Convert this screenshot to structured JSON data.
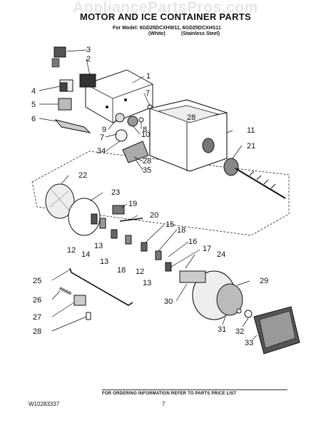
{
  "watermark": "AppliancePartsPros.com",
  "title": "MOTOR AND ICE CONTAINER PARTS",
  "models_line": "For Model: 6GD25DCXHW11, 6GD25DCXHS11",
  "variant_white": "(White)",
  "variant_stainless": "(Stainless Steel)",
  "callouts": [
    "1",
    "2",
    "3",
    "4",
    "5",
    "6",
    "7",
    "7",
    "8",
    "9",
    "10",
    "11",
    "12",
    "12",
    "13",
    "13",
    "14",
    "15",
    "16",
    "17",
    "18",
    "18",
    "19",
    "20",
    "21",
    "22",
    "23",
    "24",
    "25",
    "26",
    "27",
    "28",
    "28",
    "28",
    "29",
    "30",
    "31",
    "32",
    "33",
    "34",
    "35"
  ],
  "footer_info": "FOR ORDERING INFORMATION REFER TO PARTS PRICE LIST",
  "doc_number": "W10283337",
  "page_number": "7"
}
